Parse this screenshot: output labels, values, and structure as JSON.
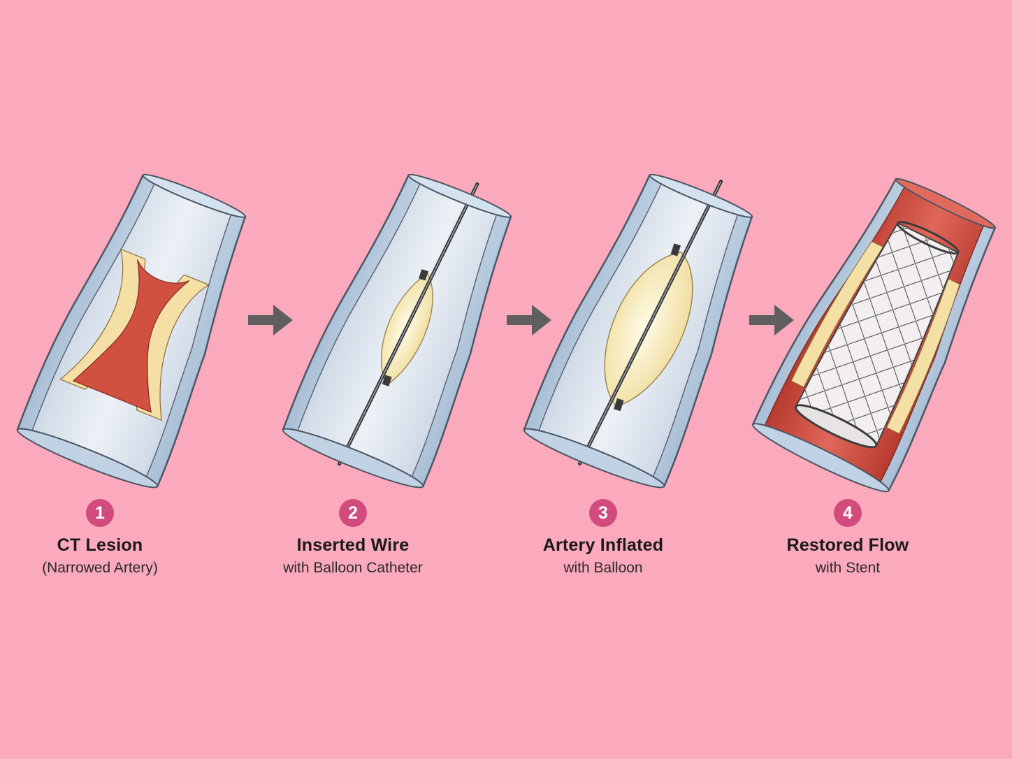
{
  "colors": {
    "background": "#fba9bc",
    "badge": "#d14b7c",
    "vessel_wall": "#bcd0e3",
    "vessel_edge": "#4b5563",
    "lumen": "#dfe6ef",
    "plaque": "#f4dfa4",
    "blood": "#d2503f",
    "balloon": "#f6ebbe",
    "arrow": "#5f5f5f"
  },
  "steps": [
    {
      "number": "1",
      "title": "CT Lesion",
      "subtitle": "(Narrowed Artery)"
    },
    {
      "number": "2",
      "title": "Inserted Wire",
      "subtitle": "with Balloon Catheter"
    },
    {
      "number": "3",
      "title": "Artery Inflated",
      "subtitle": "with Balloon"
    },
    {
      "number": "4",
      "title": "Restored Flow",
      "subtitle": "with Stent"
    }
  ]
}
